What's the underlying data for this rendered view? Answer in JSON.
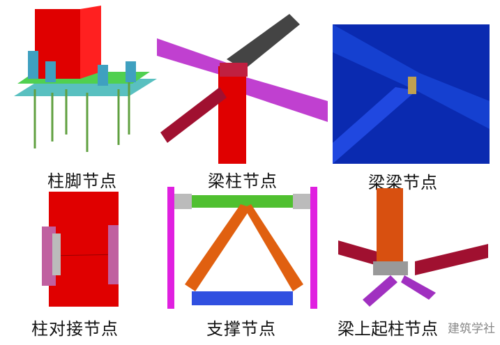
{
  "panels": [
    {
      "label": "柱脚节点"
    },
    {
      "label": "梁柱节点"
    },
    {
      "label": "梁梁节点"
    },
    {
      "label": "柱对接节点"
    },
    {
      "label": "支撑节点"
    },
    {
      "label": "梁上起柱节点"
    }
  ],
  "watermark": "建筑学社",
  "colors": {
    "column": "#e00000",
    "beam_purple": "#c040d0",
    "beam_dark_red": "#a01030",
    "beam_blue": "#1030c0",
    "brace_orange": "#e06010",
    "beam_green": "#50c030",
    "column_magenta": "#e020e0",
    "plate_teal": "#30a0b0"
  }
}
